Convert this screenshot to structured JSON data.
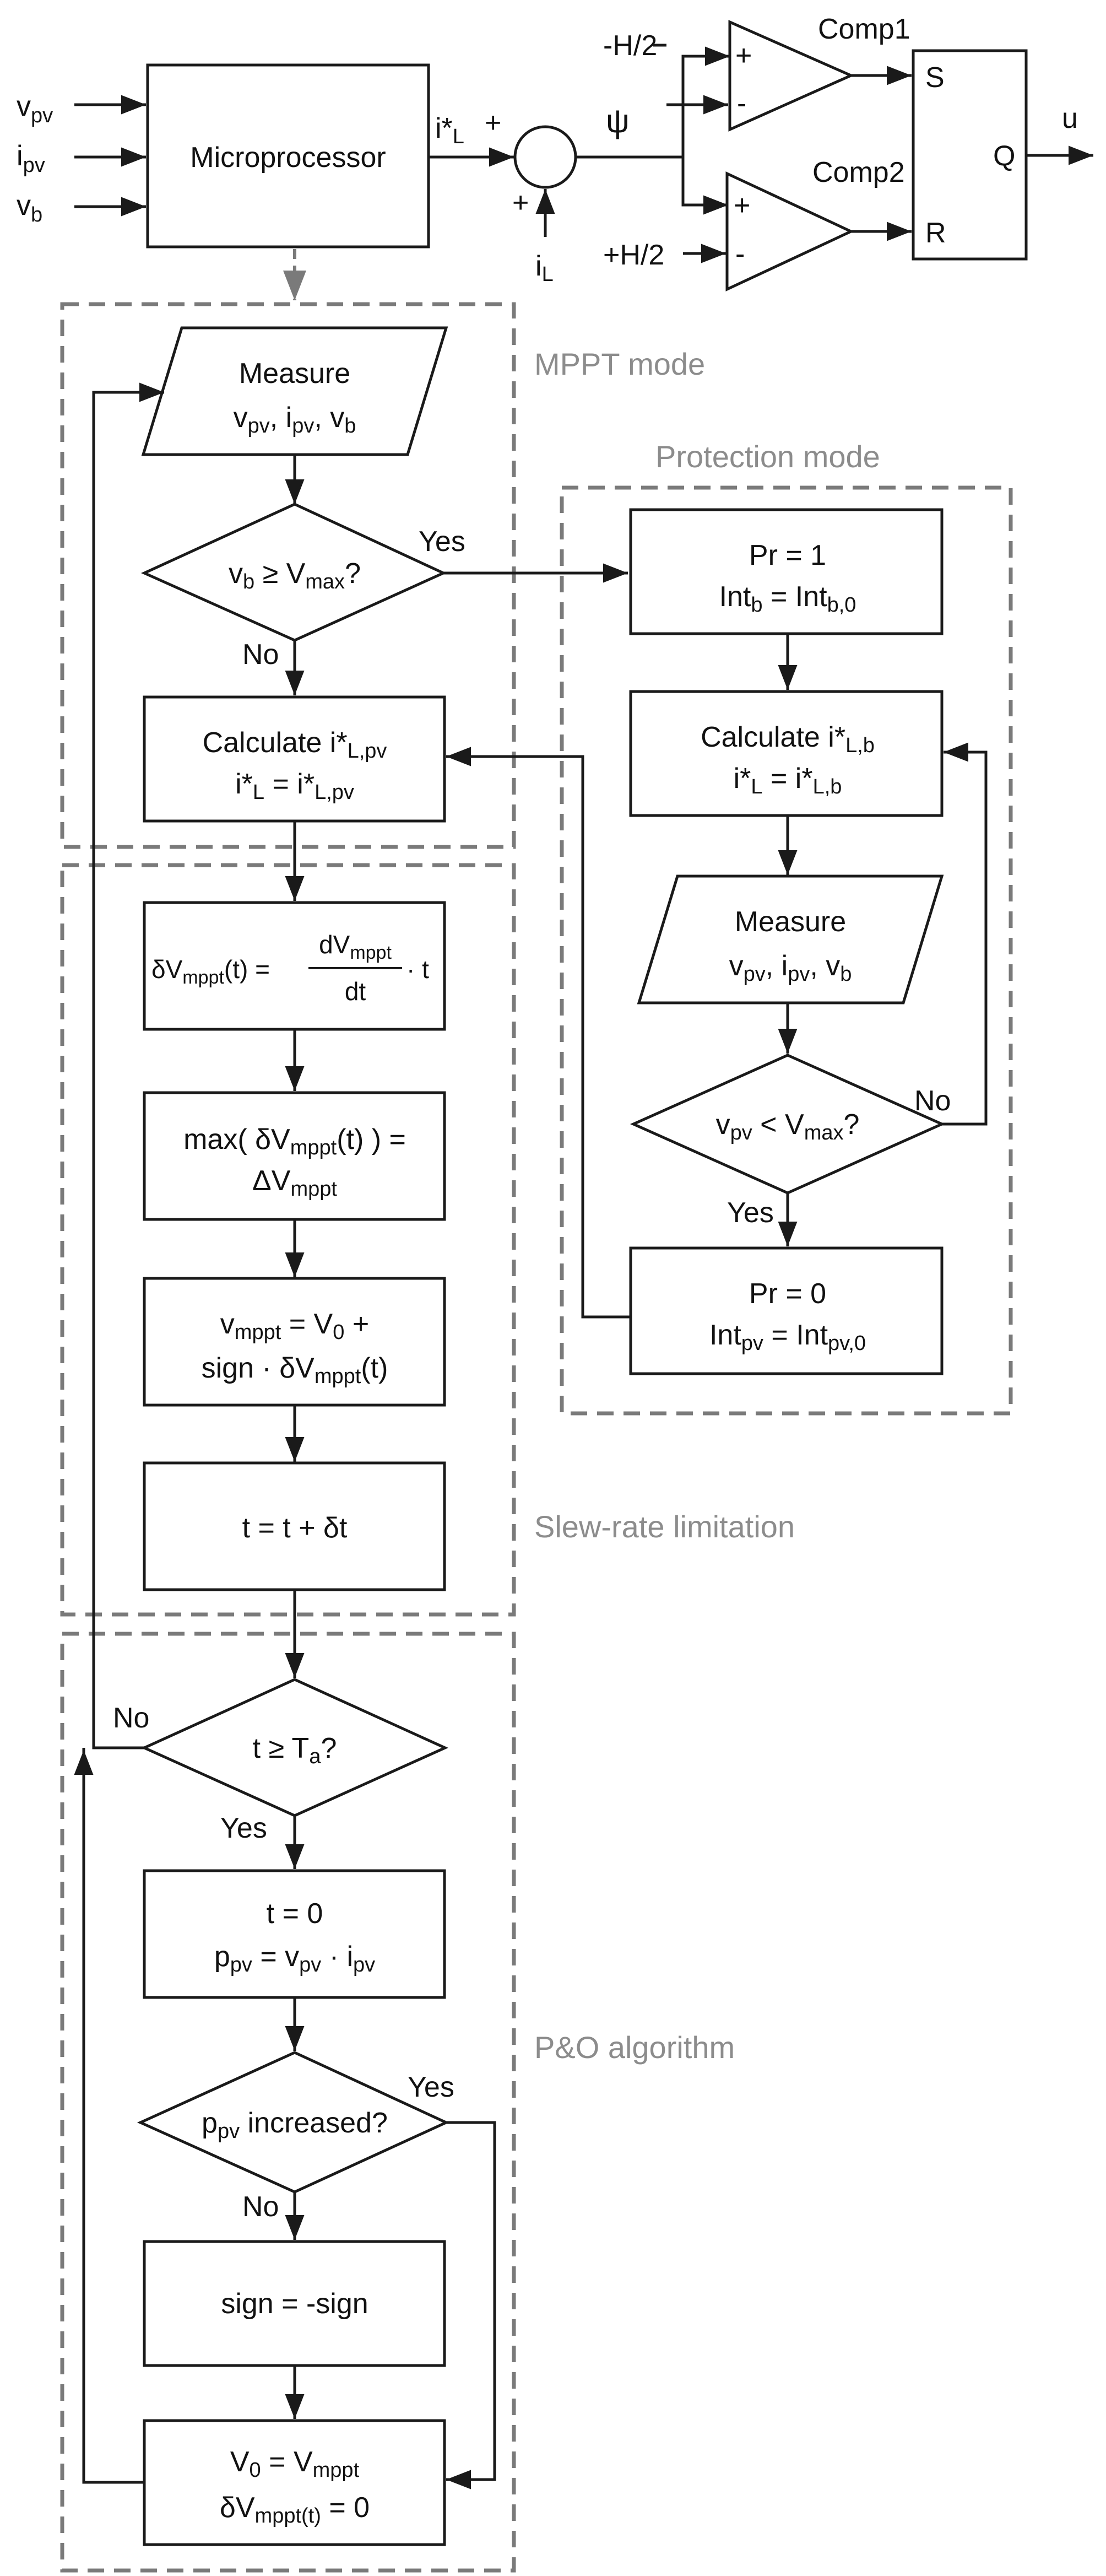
{
  "colors": {
    "line": "#1a1a1a",
    "mode_border": "#7a7a7a",
    "mode_label": "#8c8c8c",
    "background": "#ffffff"
  },
  "control": {
    "inputs": [
      "v",
      "pv",
      "i",
      "pv",
      "v",
      "b"
    ],
    "microprocessor": "Microprocessor",
    "iref": "i*",
    "iref_sub": "L",
    "plus_top": "+",
    "plus_bottom": "+",
    "il": "i",
    "il_sub": "L",
    "psi": "ψ",
    "comp1": "Comp1",
    "comp2": "Comp2",
    "neg_half_h": "-H/2",
    "pos_half_h": "+H/2",
    "plus": "+",
    "minus": "-",
    "s": "S",
    "r": "R",
    "q": "Q",
    "u": "u"
  },
  "modes": {
    "mppt": "MPPT mode",
    "protection": "Protection mode",
    "slew": "Slew-rate limitation",
    "po": "P&O algorithm"
  },
  "flow": {
    "measure": "Measure",
    "measure_vars": [
      "v",
      "pv",
      ", i",
      "pv",
      ", v",
      "b"
    ],
    "cond_vb": [
      "v",
      "b",
      " ≥ V",
      "max",
      "?"
    ],
    "yes": "Yes",
    "no": "No",
    "calc_pv": [
      "Calculate i*",
      "L,pv"
    ],
    "calc_pv_eq": [
      "i*",
      "L",
      " = i*",
      "L,pv"
    ],
    "delta_lhs": [
      "δV",
      "mppt",
      "(t) = "
    ],
    "delta_num": [
      "dV",
      "mppt"
    ],
    "delta_den": "dt",
    "delta_rhs": "· t",
    "max_line1": [
      "max( δV",
      "mppt",
      "(t) ) ="
    ],
    "max_line2": [
      "ΔV",
      "mppt"
    ],
    "vmppt_line1": [
      "v",
      "mppt",
      " = V",
      "0",
      " +"
    ],
    "vmppt_line2": [
      "sign · δV",
      "mppt",
      "(t)"
    ],
    "t_inc": "t = t + δt",
    "cond_ta": [
      "t ≥ T",
      "a",
      "?"
    ],
    "t_zero": "t = 0",
    "ppv_eq": [
      "p",
      "pv",
      " = v",
      "pv",
      " · i",
      "pv"
    ],
    "cond_ppv": [
      "p",
      "pv",
      " increased?"
    ],
    "sign_flip": "sign = -sign",
    "v0_line1": [
      "V",
      "0",
      " = V",
      "mppt"
    ],
    "v0_line2": [
      "δV",
      "mppt(t)",
      " = 0"
    ],
    "pr1": "Pr  = 1",
    "intb": [
      "Int",
      "b",
      " = Int",
      "b,0"
    ],
    "calc_b": [
      "Calculate i*",
      "L,b"
    ],
    "calc_b_eq": [
      "i*",
      "L",
      " = i*",
      "L,b"
    ],
    "cond_vpv": [
      "v",
      "pv",
      " < V",
      "max",
      "?"
    ],
    "pr0": "Pr  = 0",
    "intpv": [
      "Int",
      "pv",
      " = Int",
      "pv,0"
    ]
  }
}
